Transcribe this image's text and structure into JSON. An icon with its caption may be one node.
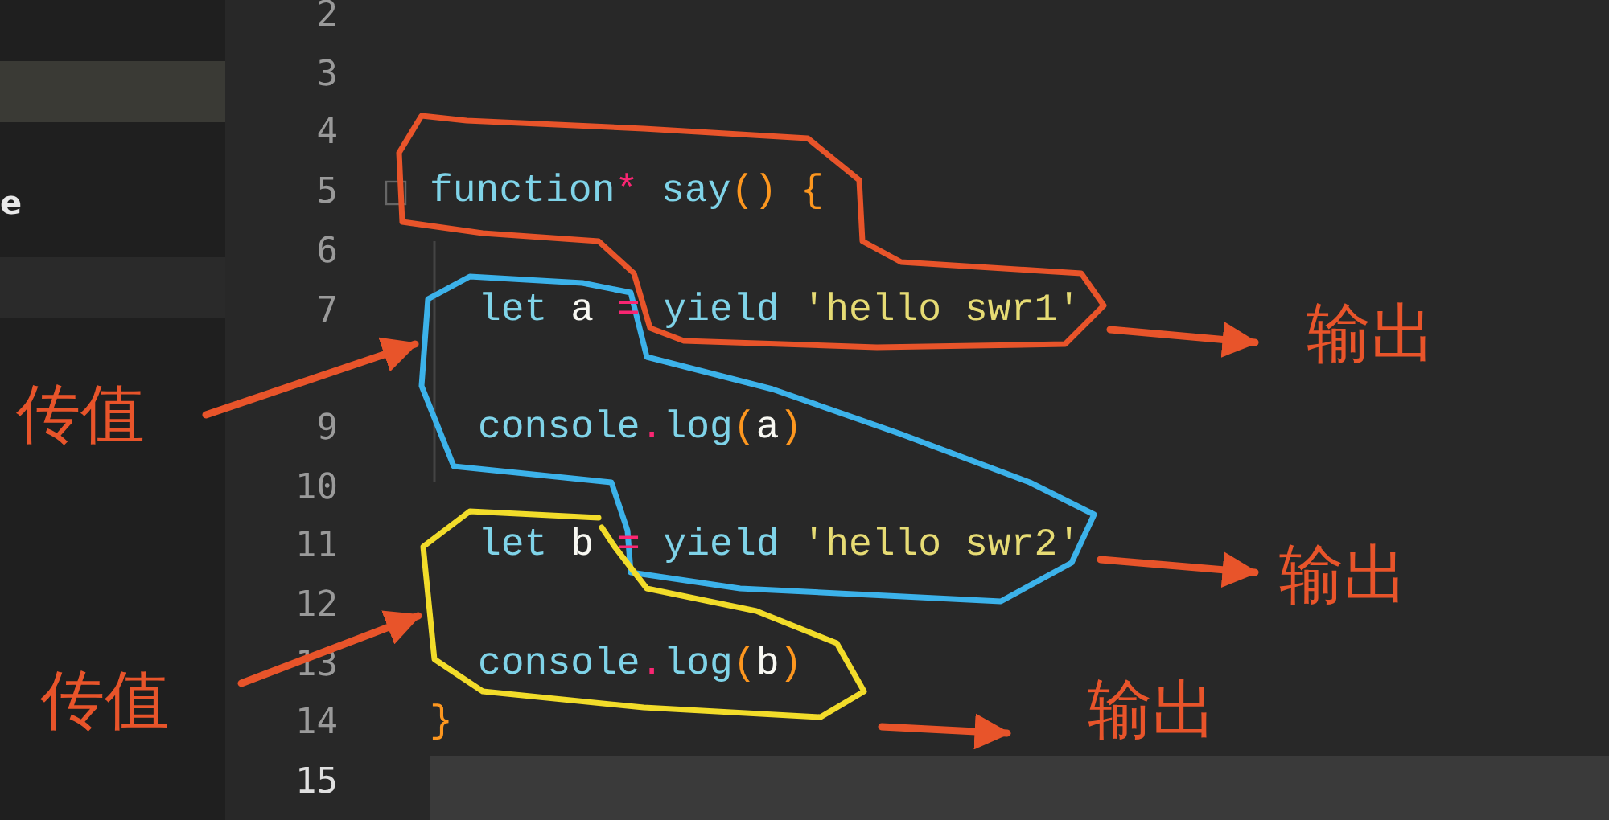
{
  "diagram": {
    "nodes": [
      {
        "text": [],
        "shape": "loop"
      },
      {
        "text": [],
        "shape": "loop"
      },
      {
        "text": [],
        "shape": "loop"
      },
      {
        "text": [
          "传值"
        ]
      },
      {
        "text": [
          "传值"
        ]
      },
      {
        "text": [
          "输出"
        ]
      },
      {
        "text": [
          "输出"
        ]
      },
      {
        "text": [
          "输出"
        ]
      }
    ],
    "edges": [
      {
        "from": 3,
        "to": 1,
        "arrow": "to"
      },
      {
        "from": 4,
        "to": 2,
        "arrow": "to"
      },
      {
        "from": 0,
        "to": 5,
        "arrow": "to"
      },
      {
        "from": 1,
        "to": 6,
        "arrow": "to"
      },
      {
        "from": 2,
        "to": 7,
        "arrow": "to"
      }
    ],
    "labels": [
      "2",
      "3",
      "4",
      "e",
      "5",
      "function* say() {",
      "6",
      "7",
      "let a = yield 'hello swr1'",
      "9",
      "console.log(a)",
      "10",
      "11",
      "let b = yield 'hello swr2'",
      "12",
      "13",
      "console.log(b)",
      "14",
      "}",
      "15"
    ]
  }
}
